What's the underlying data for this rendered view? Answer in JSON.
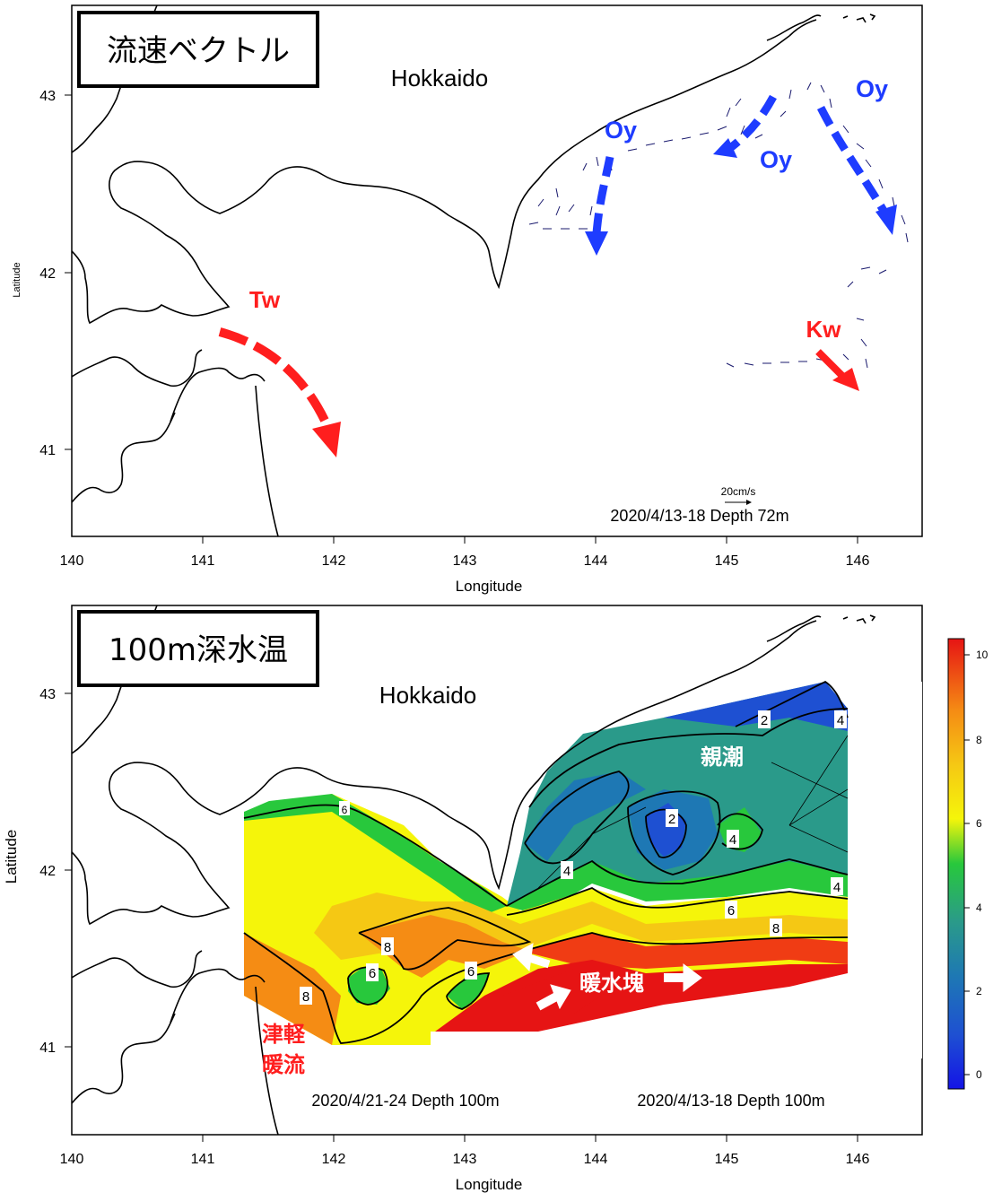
{
  "top_panel": {
    "title": "流速ベクトル",
    "region_label": "Hokkaido",
    "arrow_labels": {
      "oy1": "Oy",
      "oy2": "Oy",
      "oy3": "Oy",
      "tw": "Tw",
      "kw": "Kw"
    },
    "scale_label": "20cm/s",
    "date_label": "2020/4/13-18 Depth 72m",
    "xlabel": "Longitude",
    "ylabel": "Latitude",
    "x_ticks": [
      "140",
      "141",
      "142",
      "143",
      "144",
      "145",
      "146"
    ],
    "y_ticks": [
      "41",
      "42",
      "43"
    ]
  },
  "bottom_panel": {
    "title": "100m深水温",
    "region_label": "Hokkaido",
    "labels": {
      "oyashio": "親潮",
      "warm_eddy": "暖水塊",
      "tsugaru_1": "津軽",
      "tsugaru_2": "暖流"
    },
    "date_left": "2020/4/21-24 Depth 100m",
    "date_right": "2020/4/13-18 Depth 100m",
    "contour_labels": [
      "2",
      "4",
      "2",
      "4",
      "4",
      "4",
      "6",
      "8",
      "6",
      "6",
      "8",
      "8",
      "6"
    ],
    "xlabel": "Longitude",
    "ylabel": "Latitude",
    "x_ticks": [
      "140",
      "141",
      "142",
      "143",
      "144",
      "145",
      "146"
    ],
    "y_ticks": [
      "41",
      "42",
      "43"
    ]
  },
  "colorbar": {
    "ticks": [
      "10",
      "8",
      "6",
      "4",
      "2",
      "0"
    ],
    "colors": [
      "#1414e6",
      "#1e6ec8",
      "#2a9a8a",
      "#28c83c",
      "#f5f50a",
      "#f5c814",
      "#f58c14",
      "#f03c14",
      "#e61414"
    ]
  },
  "colors": {
    "current_arrow": "#1e3cff",
    "warm_arrow": "#ff1e1e",
    "label_blue": "#1e3cff",
    "label_red": "#ff1e1e"
  }
}
